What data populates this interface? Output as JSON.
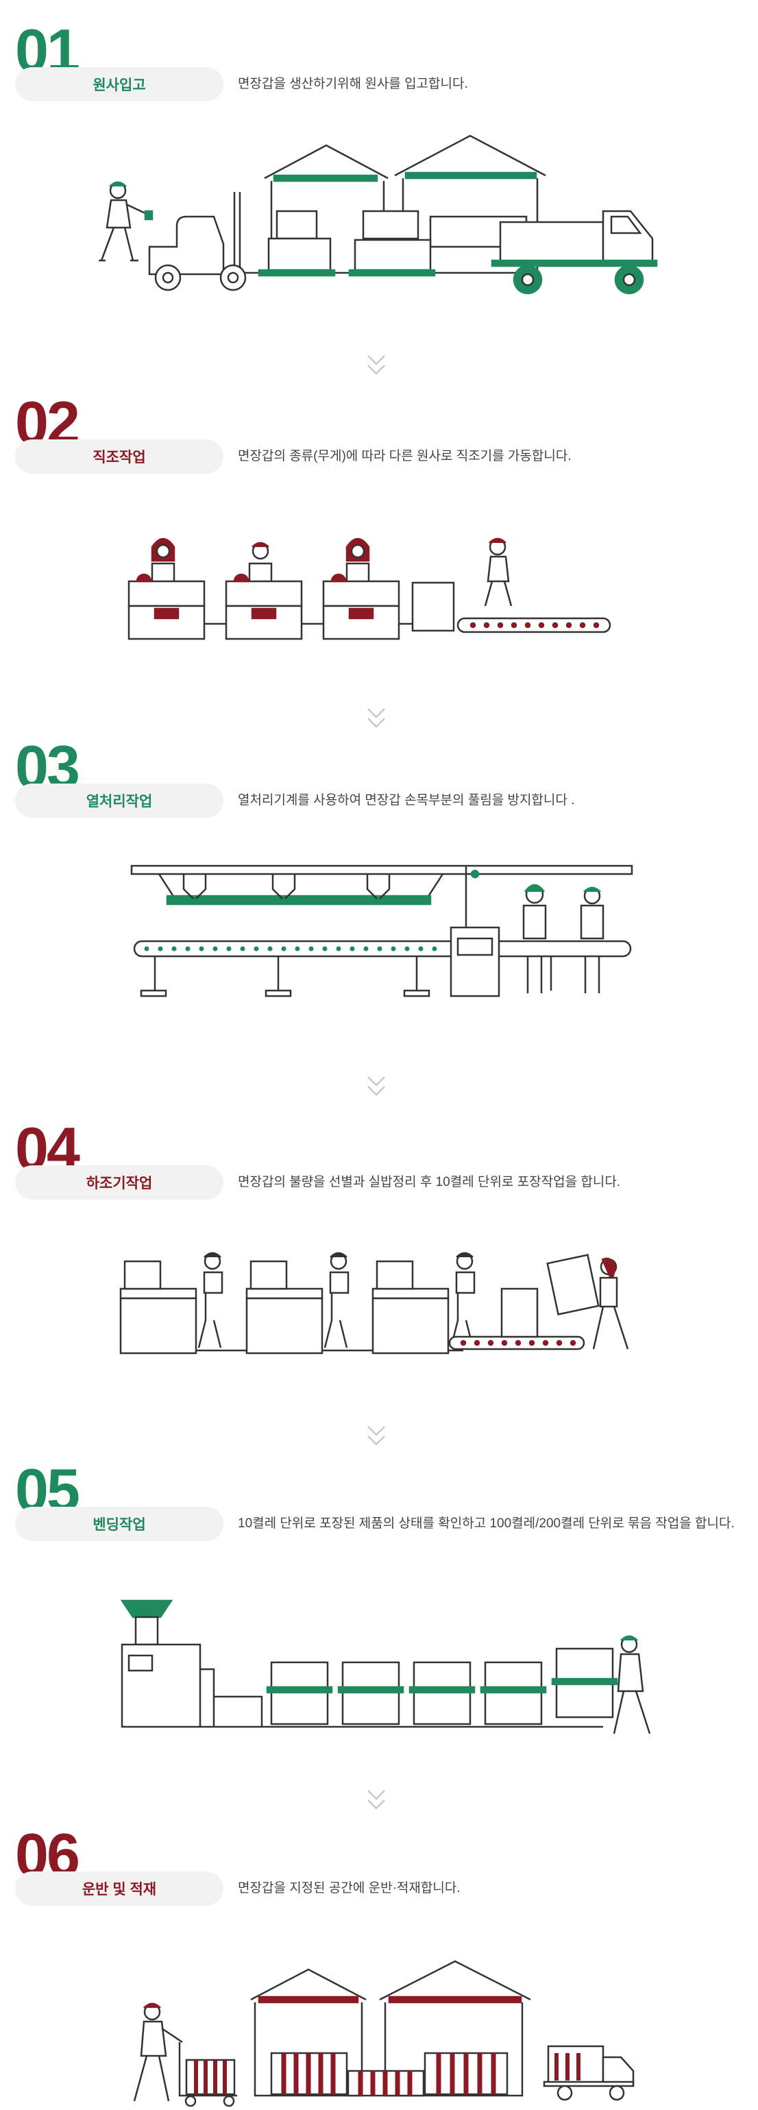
{
  "steps": [
    {
      "number": "01",
      "title": "원사입고",
      "description": "면장갑을 생산하기위해 원사를 입고합니다.",
      "color": "#1e8a5e"
    },
    {
      "number": "02",
      "title": "직조작업",
      "description": "면장갑의 종류(무게)에 따라 다른 원사로 직조기를 가동합니다.",
      "color": "#8b1a24"
    },
    {
      "number": "03",
      "title": "열처리작업",
      "description": "열처리기계를 사용하여 면장갑 손목부분의 풀림을 방지합니다 .",
      "color": "#1e8a5e"
    },
    {
      "number": "04",
      "title": "하조기작업",
      "description": "면장갑의 불량을 선별과 실밥정리 후 10켤레 단위로 포장작업을 합니다.",
      "color": "#8b1a24"
    },
    {
      "number": "05",
      "title": "벤딩작업",
      "description": "10켤레 단위로 포장된 제품의 상태를 확인하고 100켤레/200켤레 단위로 묶음 작업을 합니다.",
      "color": "#1e8a5e"
    },
    {
      "number": "06",
      "title": "운반 및 적재",
      "description": "면장갑을 지정된 공간에 운반·적재합니다.",
      "color": "#8b1a24"
    }
  ],
  "colors": {
    "accent_green": "#1e8a5e",
    "accent_red": "#8b1a24",
    "pill_bg": "#f2f2f2",
    "line": "#333333"
  },
  "icons": {
    "divider": "double-chevron-down-icon"
  }
}
